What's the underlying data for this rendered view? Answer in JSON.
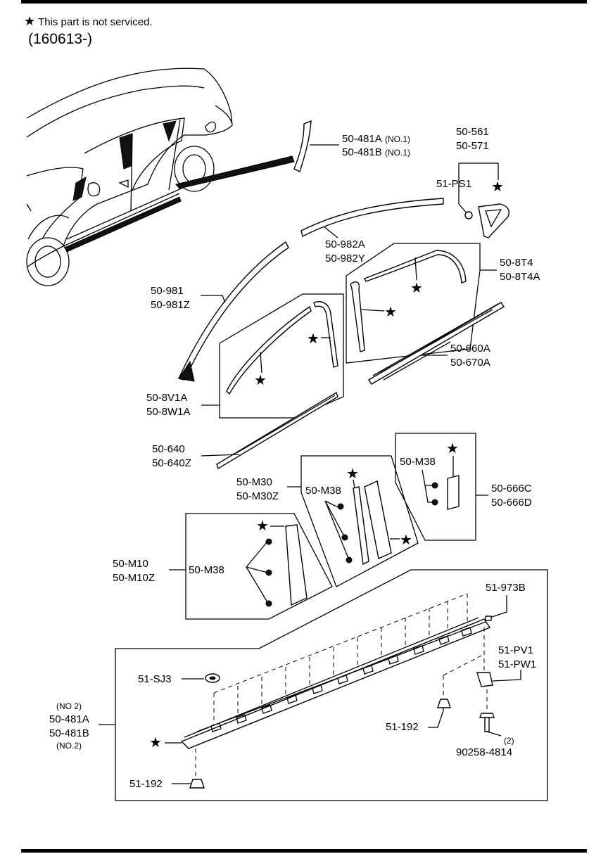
{
  "header": {
    "note": "This part is not serviced.",
    "note_icon": "star-icon",
    "code": "(160613-)"
  },
  "labels": {
    "p481a_top": "50-481A",
    "p481a_top_note": "(NO.1)",
    "p481b_top": "50-481B",
    "p481b_top_note": "(NO.1)",
    "p561": "50-561",
    "p571": "50-571",
    "pps1": "51-PS1",
    "p982a": "50-982A",
    "p982y": "50-982Y",
    "p8t4": "50-8T4",
    "p8t4a": "50-8T4A",
    "p981": "50-981",
    "p981z": "50-981Z",
    "p660a": "50-660A",
    "p670a": "50-670A",
    "p8v1a": "50-8V1A",
    "p8w1a": "50-8W1A",
    "p640": "50-640",
    "p640z": "50-640Z",
    "pm38_r": "50-M38",
    "p666c": "50-666C",
    "p666d": "50-666D",
    "pm30": "50-M30",
    "pm30z": "50-M30Z",
    "pm38_c": "50-M38",
    "pm10": "50-M10",
    "pm10z": "50-M10Z",
    "pm38_l": "50-M38",
    "p973b": "51-973B",
    "psj3": "51-SJ3",
    "ppv1": "51-PV1",
    "ppw1": "51-PW1",
    "p481a_no2_top": "(NO 2)",
    "p481a_bot": "50-481A",
    "p481b_bot": "50-481B",
    "p481b_no2": "(NO.2)",
    "p192_r": "51-192",
    "p90258_qty": "(2)",
    "p90258": "90258-4814",
    "p192_b": "51-192"
  }
}
